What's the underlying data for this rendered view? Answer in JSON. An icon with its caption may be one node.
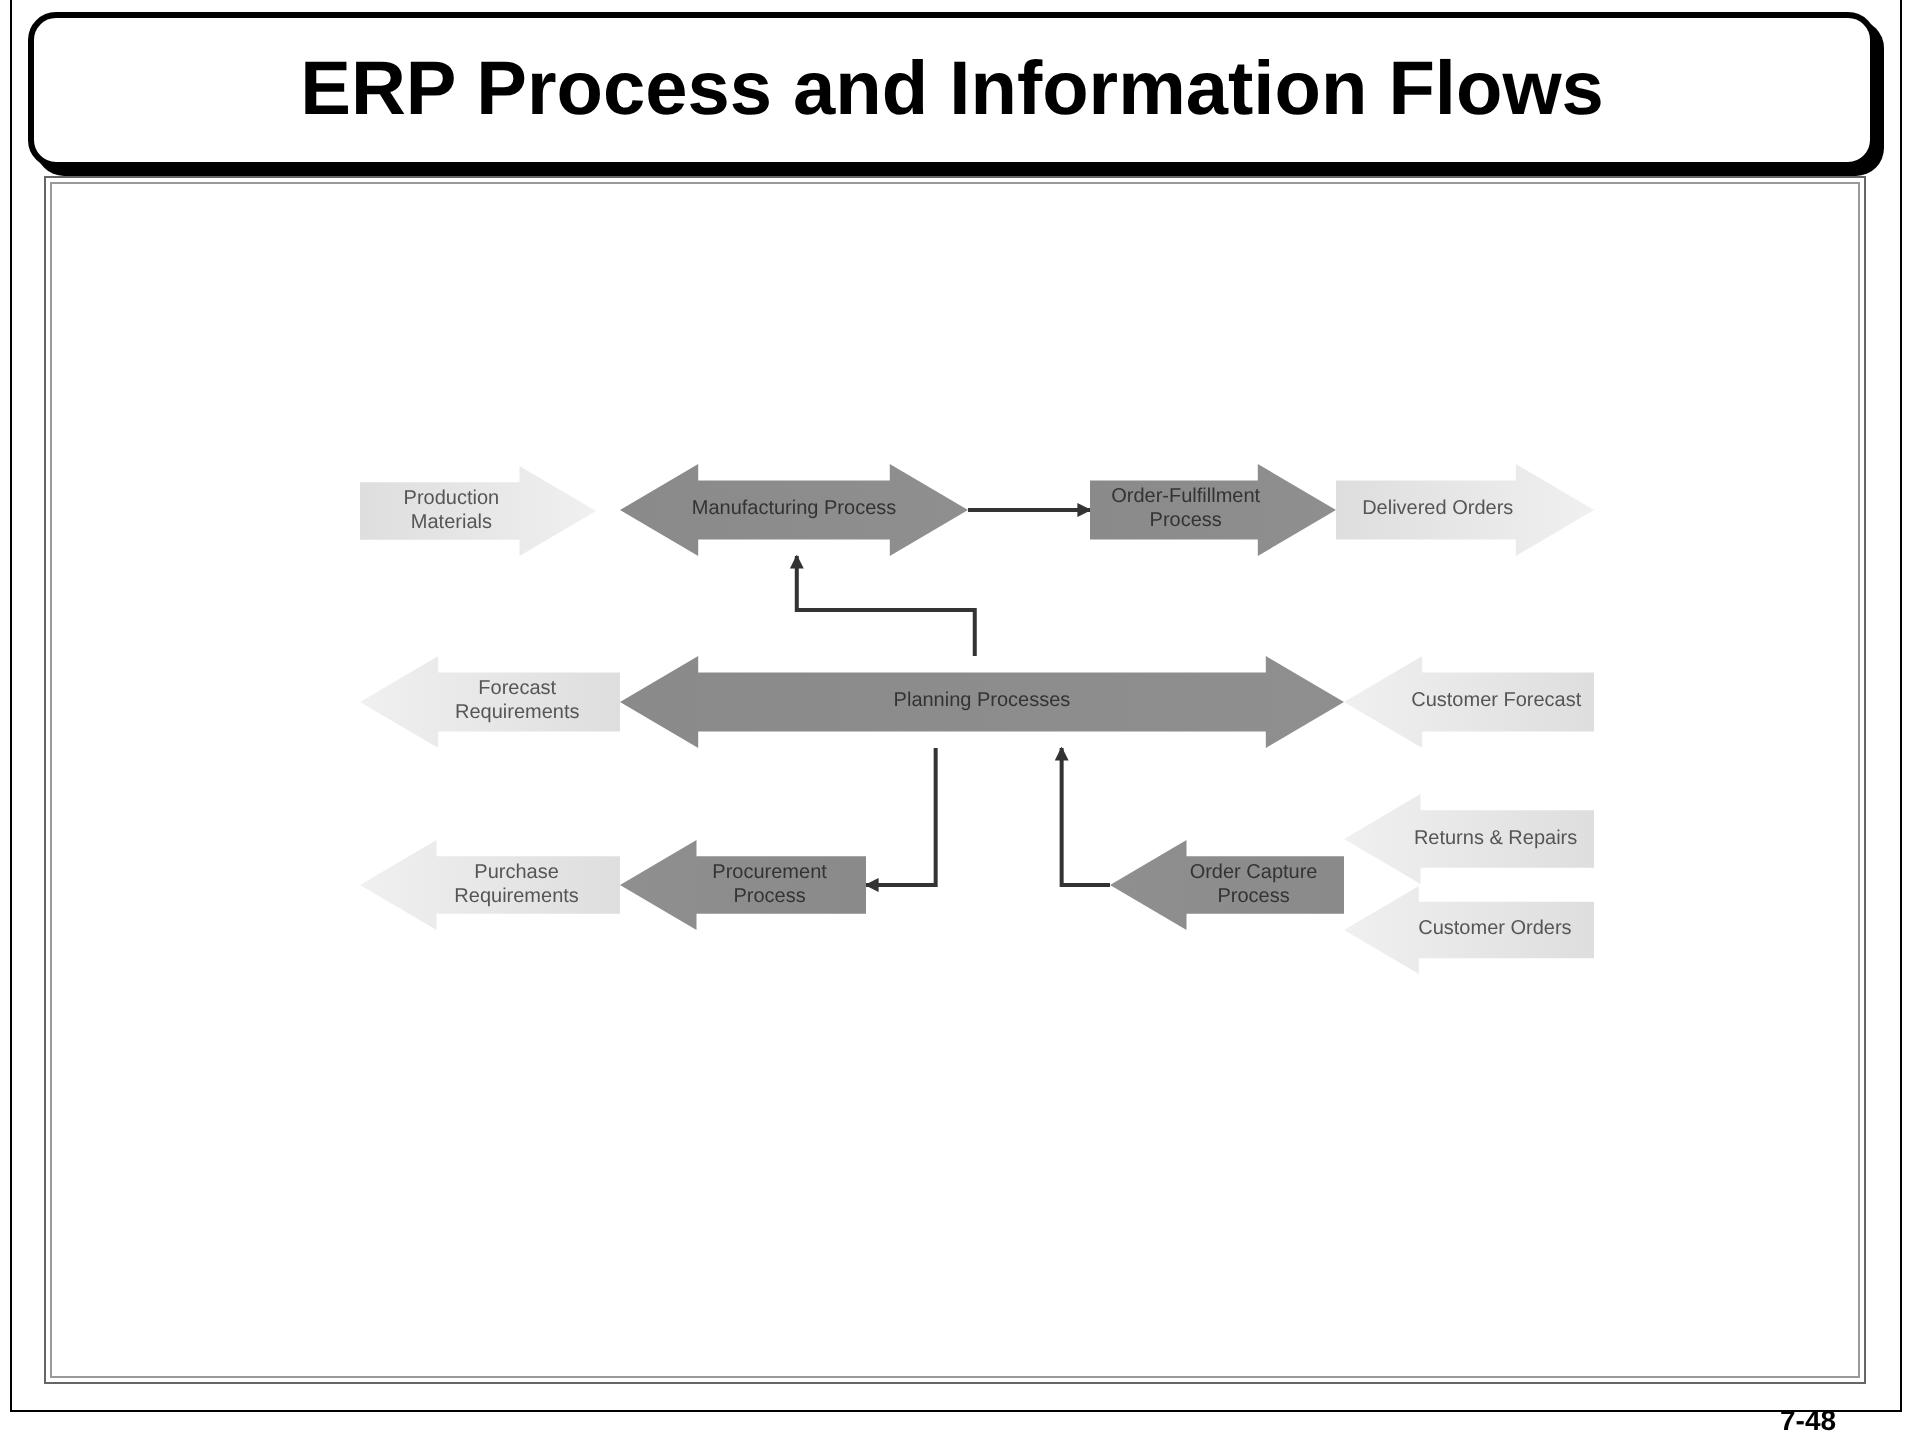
{
  "diagram": {
    "title": "ERP Process and Information Flows",
    "nodes": [
      {
        "text": [
          "Production Materials"
        ]
      },
      {
        "text": [
          "Manufacturing Process"
        ]
      },
      {
        "text": [
          "Order-Fulfillment Process"
        ]
      },
      {
        "text": [
          "Delivered Orders"
        ]
      },
      {
        "text": [
          "Forecast Requirements"
        ]
      },
      {
        "text": [
          "Planning Processes"
        ]
      },
      {
        "text": [
          "Customer Forecast"
        ]
      },
      {
        "text": [
          "Returns & Repairs"
        ]
      },
      {
        "text": [
          "Purchase Requirements"
        ]
      },
      {
        "text": [
          "Procurement Process"
        ]
      },
      {
        "text": [
          "Order Capture Process"
        ]
      },
      {
        "text": [
          "Customer Orders"
        ]
      }
    ],
    "edges": [
      {
        "from": 1,
        "to": 2,
        "arrow": "to"
      },
      {
        "from": 5,
        "to": 1,
        "arrow": "to"
      },
      {
        "from": 5,
        "to": 9,
        "arrow": "to"
      },
      {
        "from": 10,
        "to": 5,
        "arrow": "to"
      }
    ],
    "labels": [
      "7-48"
    ]
  }
}
